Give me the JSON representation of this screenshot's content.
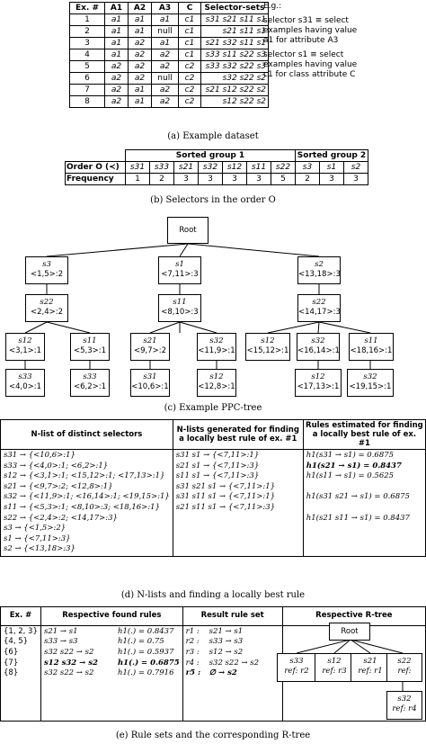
{
  "dataset": {
    "headers": [
      "Ex. #",
      "A1",
      "A2",
      "A3",
      "C",
      "Selector-sets"
    ],
    "rows": [
      [
        "1",
        "a1",
        "a1",
        "a1",
        "c1",
        "s31 s21 s11 s1"
      ],
      [
        "2",
        "a1",
        "a1",
        "null",
        "c1",
        "s21 s11 s1"
      ],
      [
        "3",
        "a1",
        "a2",
        "a1",
        "c1",
        "s21 s32 s11 s1"
      ],
      [
        "4",
        "a1",
        "a2",
        "a2",
        "c1",
        "s33 s11 s22 s3"
      ],
      [
        "5",
        "a2",
        "a2",
        "a2",
        "c2",
        "s33 s32 s22 s3"
      ],
      [
        "6",
        "a2",
        "a2",
        "null",
        "c2",
        "s32 s22 s2"
      ],
      [
        "7",
        "a2",
        "a1",
        "a2",
        "c2",
        "s21 s12 s22 s2"
      ],
      [
        "8",
        "a2",
        "a1",
        "a2",
        "c2",
        "s12 s22 s2"
      ]
    ],
    "example_title": "E.g.:",
    "example_1": [
      "selector s31 ≡ select",
      "examples having value",
      "a1 for attribute A3"
    ],
    "example_2": [
      "selector s1 ≡ select",
      "examples having value",
      "c1 for class attribute C"
    ],
    "caption": "(a) Example dataset"
  },
  "order": {
    "group1": "Sorted group 1",
    "group2": "Sorted group 2",
    "row1_label": "Order O (≺)",
    "row2_label": "Frequency",
    "selectors": [
      "s31",
      "s33",
      "s21",
      "s32",
      "s12",
      "s11",
      "s22",
      "s3",
      "s1",
      "s2"
    ],
    "frequency": [
      "1",
      "2",
      "3",
      "3",
      "3",
      "3",
      "5",
      "2",
      "3",
      "3"
    ],
    "caption": "(b) Selectors in the order O"
  },
  "tree": {
    "root": "Root",
    "nodes": [
      [
        "s3",
        "<1,5>:2"
      ],
      [
        "s1",
        "<7,11>:3"
      ],
      [
        "s2",
        "<13,18>:3"
      ],
      [
        "s22",
        "<2,4>:2"
      ],
      [
        "s11",
        "<8,10>:3"
      ],
      [
        "s22",
        "<14,17>:3"
      ],
      [
        "s12",
        "<3,1>:1"
      ],
      [
        "s11",
        "<5,3>:1"
      ],
      [
        "s21",
        "<9,7>:2"
      ],
      [
        "s32",
        "<11,9>:1"
      ],
      [
        "s12",
        "<15,12>:1"
      ],
      [
        "s32",
        "<16,14>:1"
      ],
      [
        "s11",
        "<18,16>:1"
      ],
      [
        "s33",
        "<4,0>:1"
      ],
      [
        "s33",
        "<6,2>:1"
      ],
      [
        "s31",
        "<10,6>:1"
      ],
      [
        "s12",
        "<12,8>:1"
      ],
      [
        "s12",
        "<17,13>:1"
      ],
      [
        "s32",
        "<19,15>:1"
      ]
    ],
    "caption": "(c) Example PPC-tree"
  },
  "nlists": {
    "headers": [
      "N-list of distinct selectors",
      "N-lists generated for finding a locally best rule of ex. #1",
      "Rules estimated for finding a locally best rule of ex. #1"
    ],
    "col1": [
      "s31 → {<10,6>:1}",
      "s33 → {<4,0>:1; <6,2>:1}",
      "s12 → {<3,1>:1; <15,12>:1; <17,13>:1}",
      "s21 → {<9,7>:2; <12,8>:1}",
      "s32 → {<11,9>:1; <16,14>:1; <19,15>:1}",
      "s11 → {<5,3>:1; <8,10>:3; <18,16>:1}",
      "s22 → {<2,4>:2; <14,17>:3}",
      "s3 → {<1,5>:2}",
      "s1 → {<7,11>:3}",
      "s2 → {<13,18>:3}"
    ],
    "col2": [
      "s31 s1 → {<7,11>:1}",
      "s21 s1 → {<7,11>:3}",
      "s11 s1 → {<7,11>:3}",
      "s31 s21 s1 → {<7,11>:1}",
      "s31 s11 s1 → {<7,11>:1}",
      "s21 s11 s1 → {<7,11>:3}"
    ],
    "col3": [
      "h1(s31 → s1) = 0.6875",
      "h1(s21 → s1) = 0.8437",
      "h1(s11 → s1) = 0.5625",
      "",
      "h1(s31 s21 → s1) = 0.6875",
      "",
      "h1(s21 s11 → s1) = 0.8437"
    ],
    "caption": "(d) N-lists and finding a locally best rule"
  },
  "rules": {
    "headers": [
      "Ex. #",
      "Respective found rules",
      "Result rule set",
      "Respective R-tree"
    ],
    "ex": [
      "{1, 2, 3}",
      "{4, 5}",
      "{6}",
      "{7}",
      "{8}"
    ],
    "found": [
      [
        "s21 → s1",
        "h1(.) = 0.8437"
      ],
      [
        "s33 → s3",
        "h1(.) = 0.75"
      ],
      [
        "s32 s22 → s2",
        "h1(.) = 0.5937"
      ],
      [
        "s12 s32 → s2",
        "h1(.) = 0.6875"
      ],
      [
        "s32 s22 → s2",
        "h1(.) = 0.7916"
      ]
    ],
    "result": [
      [
        "r1 :",
        "s21 → s1"
      ],
      [
        "r2 :",
        "s33 → s3"
      ],
      [
        "r3 :",
        "s12 → s2"
      ],
      [
        "r4 :",
        "s32 s22 → s2"
      ],
      [
        "r5 :",
        "∅ → s2"
      ]
    ],
    "rtree_root": "Root",
    "rtree_nodes": [
      [
        "s33",
        "ref: r2"
      ],
      [
        "s12",
        "ref: r3"
      ],
      [
        "s21",
        "ref: r1"
      ],
      [
        "s22",
        "ref:"
      ],
      [
        "s32",
        "ref: r4"
      ]
    ],
    "caption": "(e) Rule sets and the corresponding R-tree"
  }
}
